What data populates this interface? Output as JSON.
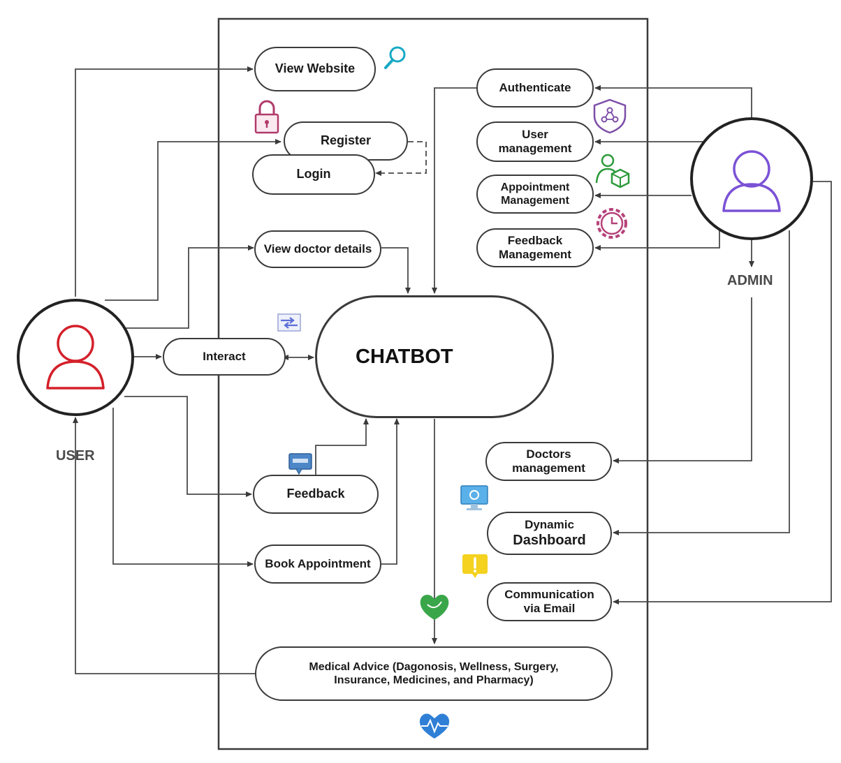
{
  "system_title": "CHATBOT",
  "actors": {
    "user": "USER",
    "admin": "ADMIN"
  },
  "use_cases": {
    "view_website": "View Website",
    "register": "Register",
    "login": "Login",
    "view_doctor_details": "View doctor details",
    "interact": "Interact",
    "feedback": "Feedback",
    "book_appointment": "Book Appointment",
    "authenticate": "Authenticate",
    "user_management": [
      "User",
      "management"
    ],
    "appointment_management": [
      "Appointment",
      "Management"
    ],
    "feedback_management": [
      "Feedback",
      "Management"
    ],
    "doctors_management": [
      "Doctors",
      "management"
    ],
    "dynamic_dashboard": [
      "Dynamic",
      "Dashboard"
    ],
    "communication_via_email": [
      "Communication",
      "via Email"
    ],
    "medical_advice": [
      "Medical Advice (Dagonosis, Wellness, Surgery,",
      "Insurance, Medicines, and Pharmacy)"
    ]
  },
  "icons": [
    "search-icon",
    "lock-icon",
    "shield-network-icon",
    "user-cube-icon",
    "gear-clock-icon",
    "exchange-icon",
    "robot-icon",
    "feedback-card-icon",
    "monitor-icon",
    "alert-icon",
    "leaf-heart-icon",
    "heartbeat-icon"
  ],
  "colors": {
    "user_icon": "#d4202a",
    "admin_icon": "#7b52d6",
    "robot_bg": "#1f78e0",
    "line": "#3a3a3a"
  }
}
